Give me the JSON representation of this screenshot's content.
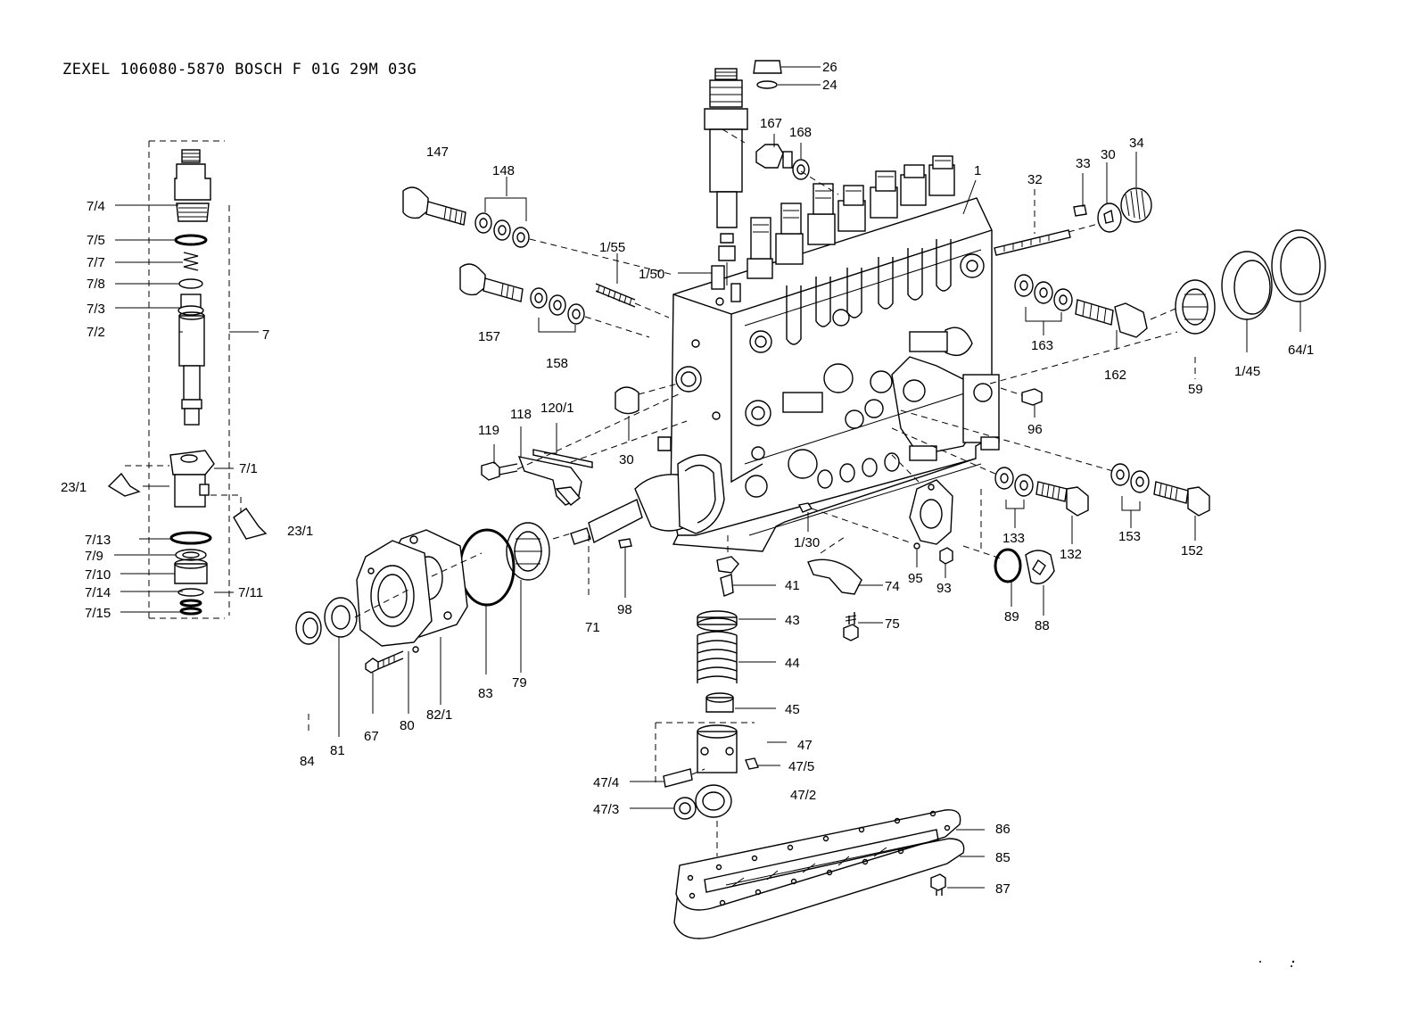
{
  "header": {
    "title": "ZEXEL 106080-5870  BOSCH F 01G 29M 03G"
  },
  "colors": {
    "ink": "#000000",
    "paper": "#ffffff"
  },
  "labels": {
    "l_26": "26",
    "l_24": "24",
    "l_167": "167",
    "l_168": "168",
    "l_147": "147",
    "l_148": "148",
    "l_1": "1",
    "l_32": "32",
    "l_33": "33",
    "l_30a": "30",
    "l_34": "34",
    "l_7_4": "7/4",
    "l_7_5": "7/5",
    "l_7_7": "7/7",
    "l_7_8": "7/8",
    "l_7_3": "7/3",
    "l_7_2": "7/2",
    "l_7": "7",
    "l_1_55": "1/55",
    "l_1_50": "1/50",
    "l_157": "157",
    "l_158": "158",
    "l_163": "163",
    "l_162": "162",
    "l_59": "59",
    "l_1_45": "1/45",
    "l_64_1": "64/1",
    "l_96": "96",
    "l_119": "119",
    "l_118": "118",
    "l_120_1": "120/1",
    "l_30b": "30",
    "l_7_1": "7/1",
    "l_23_1a": "23/1",
    "l_23_1b": "23/1",
    "l_133": "133",
    "l_132": "132",
    "l_153": "153",
    "l_152": "152",
    "l_7_13": "7/13",
    "l_7_9": "7/9",
    "l_7_10": "7/10",
    "l_7_14": "7/14",
    "l_7_11": "7/11",
    "l_7_15": "7/15",
    "l_1_30": "1/30",
    "l_95": "95",
    "l_93": "93",
    "l_41": "41",
    "l_74": "74",
    "l_75": "75",
    "l_89": "89",
    "l_88": "88",
    "l_98": "98",
    "l_71": "71",
    "l_43": "43",
    "l_44": "44",
    "l_45": "45",
    "l_47": "47",
    "l_47_5": "47/5",
    "l_47_4": "47/4",
    "l_47_2": "47/2",
    "l_47_3": "47/3",
    "l_84": "84",
    "l_81": "81",
    "l_67": "67",
    "l_80": "80",
    "l_82_1": "82/1",
    "l_83": "83",
    "l_79": "79",
    "l_86": "86",
    "l_85": "85",
    "l_87": "87"
  }
}
